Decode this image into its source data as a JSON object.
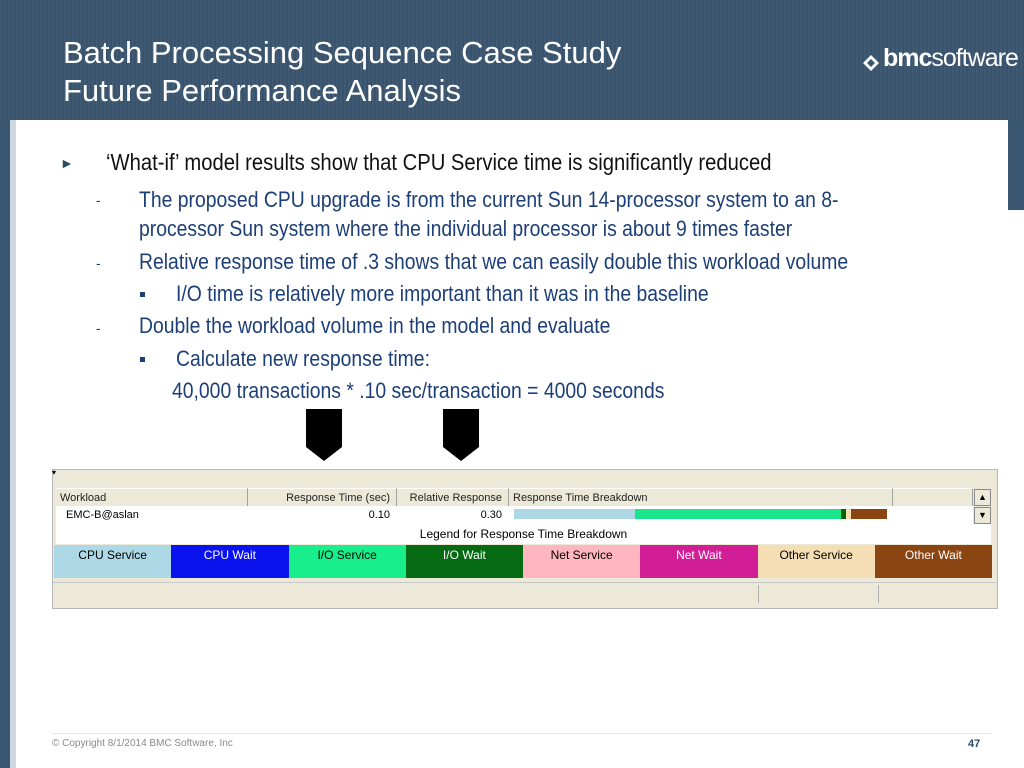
{
  "header": {
    "title_line1": "Batch Processing Sequence Case Study",
    "title_line2": "Future Performance Analysis",
    "logo_bold": "bmc",
    "logo_rest": "software"
  },
  "bullets": {
    "main": "‘What-if’ model results show that CPU Service time is significantly reduced",
    "sub1_line1": "The proposed CPU upgrade is from the current Sun 14-processor system to an 8-",
    "sub1_line2": "processor Sun system where the individual processor is about 9 times faster",
    "sub2": "Relative response time of .3 shows that we can easily double this workload volume",
    "sub2_item": "I/O time is relatively more important than it was in the baseline",
    "sub3": "Double the workload volume in the model and evaluate",
    "sub3_item": "Calculate new response time:",
    "formula": "40,000 transactions * .10 sec/transaction = 4000 seconds"
  },
  "grid": {
    "columns": [
      "Workload",
      "Response Time (sec)",
      "Relative Response",
      "Response Time Breakdown"
    ],
    "row": {
      "workload": "EMC-B@aslan",
      "response_time": "0.10",
      "relative_response": "0.30"
    },
    "breakdown": [
      {
        "name": "CPU Service",
        "fraction": 0.47,
        "color": "#add8e6"
      },
      {
        "name": "I/O Service",
        "fraction": 0.8,
        "color": "#19e68c"
      },
      {
        "name": "I/O Wait",
        "fraction": 0.02,
        "color": "#006400"
      },
      {
        "name": "Other Service",
        "fraction": 0.02,
        "color": "#f5deb3"
      },
      {
        "name": "Other Wait",
        "fraction": 0.14,
        "color": "#8b4513"
      }
    ],
    "legend_title": "Legend for Response Time Breakdown",
    "legend": [
      {
        "label": "CPU Service",
        "bg": "#add8e6",
        "fg": "#000000"
      },
      {
        "label": "CPU Wait",
        "bg": "#0a12ee",
        "fg": "#ffffff"
      },
      {
        "label": "I/O Service",
        "bg": "#19ee8c",
        "fg": "#000000"
      },
      {
        "label": "I/O Wait",
        "bg": "#066a12",
        "fg": "#ffffff"
      },
      {
        "label": "Net Service",
        "bg": "#ffb6c1",
        "fg": "#000000"
      },
      {
        "label": "Net Wait",
        "bg": "#d21e96",
        "fg": "#ffffff"
      },
      {
        "label": "Other Service",
        "bg": "#f5deb3",
        "fg": "#000000"
      },
      {
        "label": "Other Wait",
        "bg": "#8b4513",
        "fg": "#ffffff"
      }
    ],
    "scroll_up": "▲",
    "scroll_down": "▼"
  },
  "footer": {
    "copyright": "© Copyright 8/1/2014 BMC Software, Inc",
    "page": "47"
  }
}
